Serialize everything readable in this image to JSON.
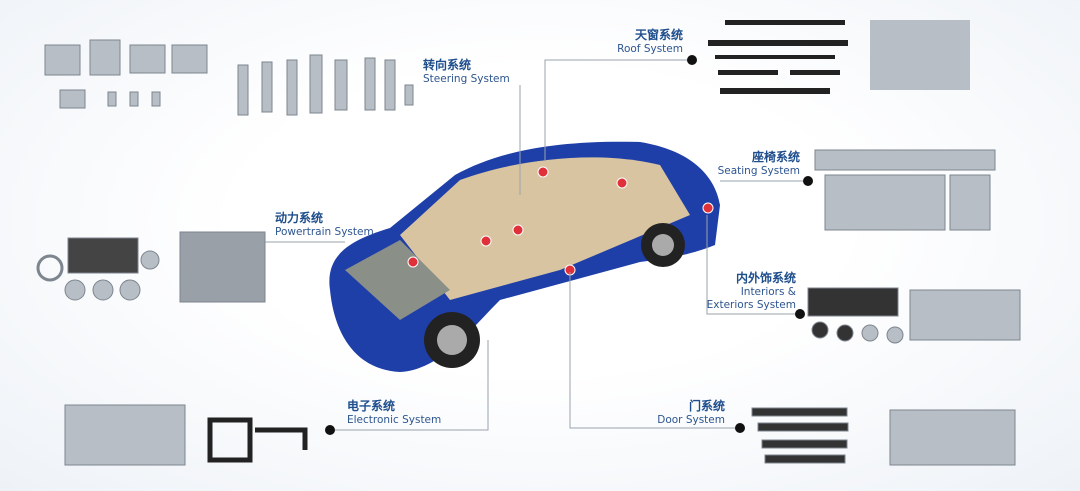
{
  "colors": {
    "label": "#1f4e8c",
    "line": "#9aa3ad",
    "dot": "#111111",
    "car_body": "#1f3fa8",
    "marker": "#e0303a"
  },
  "systems": {
    "steering": {
      "zh": "转向系统",
      "en": "Steering System"
    },
    "roof": {
      "zh": "天窗系统",
      "en": "Roof System"
    },
    "seating": {
      "zh": "座椅系统",
      "en": "Seating System"
    },
    "powertrain": {
      "zh": "动力系统",
      "en": "Powertrain System"
    },
    "interiors": {
      "zh": "内外饰系统",
      "en1": "Interiors &",
      "en2": "Exteriors System"
    },
    "electronic": {
      "zh": "电子系统",
      "en": "Electronic System"
    },
    "door": {
      "zh": "门系统",
      "en": "Door System"
    }
  }
}
